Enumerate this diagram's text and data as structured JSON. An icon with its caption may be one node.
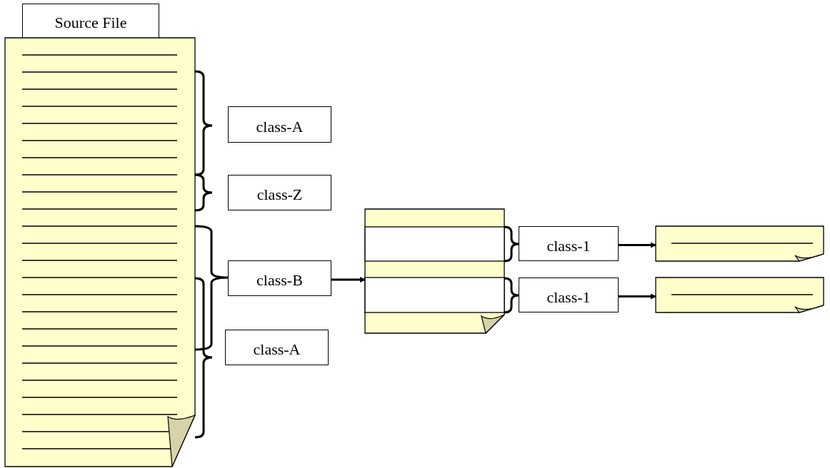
{
  "diagram": {
    "nodes": [
      {
        "text": [
          "Source File"
        ]
      },
      {
        "text": [
          "class-A"
        ]
      },
      {
        "text": [
          "class-Z"
        ]
      },
      {
        "text": [
          "class-B"
        ]
      },
      {
        "text": [
          "class-A"
        ]
      },
      {
        "text": [],
        "shape": "document"
      },
      {
        "text": [
          "class-1"
        ]
      },
      {
        "text": [
          "class-1"
        ]
      },
      {
        "text": [],
        "shape": "document"
      },
      {
        "text": [],
        "shape": "document"
      }
    ],
    "edges": [
      {
        "from": 3,
        "to": 5,
        "arrow": "to"
      },
      {
        "from": 6,
        "to": 8,
        "arrow": "to"
      },
      {
        "from": 7,
        "to": 9,
        "arrow": "to"
      }
    ]
  }
}
